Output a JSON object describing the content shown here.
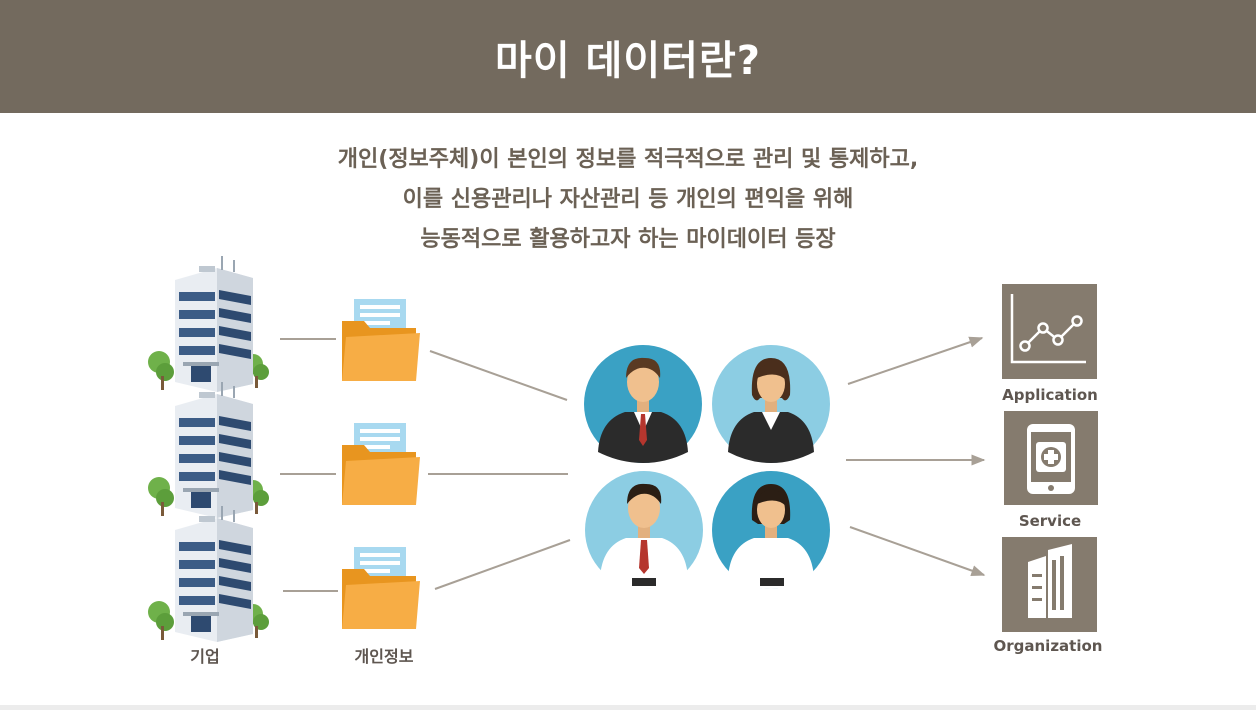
{
  "header": {
    "title": "마이 데이터란?"
  },
  "intro": {
    "lines": [
      "개인(정보주체)이 본인의 정보를 적극적으로 관리 및 통제하고,",
      "이를 신용관리나 자산관리 등 개인의 편익을 위해",
      "능동적으로 활용하고자 하는 마이데이터 등장"
    ]
  },
  "labels": {
    "company": "기업",
    "personal_info": "개인정보"
  },
  "outputs": [
    {
      "label": "Application",
      "icon": "chart-line-icon"
    },
    {
      "label": "Service",
      "icon": "mobile-plus-icon"
    },
    {
      "label": "Organization",
      "icon": "building-icon"
    }
  ],
  "colors": {
    "header_bg": "#736a5e",
    "text": "#6b6155",
    "connector": "#a8a096",
    "tile": "#857b6e",
    "folder": "#f5a83c",
    "circle_dark": "#3aa1c4",
    "circle_light": "#8ccde3"
  }
}
